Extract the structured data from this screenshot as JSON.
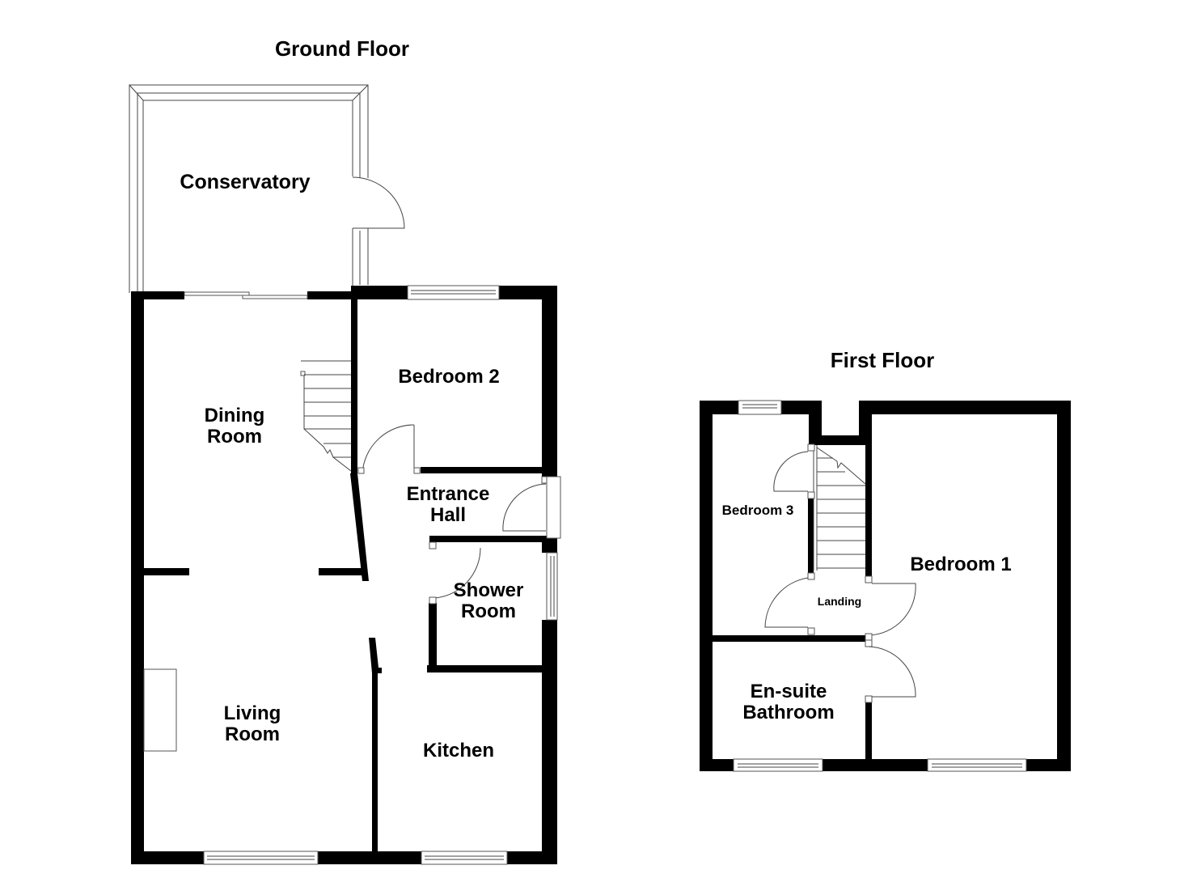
{
  "ground_floor": {
    "title": "Ground Floor",
    "rooms": {
      "conservatory": "Conservatory",
      "dining_room_l1": "Dining",
      "dining_room_l2": "Room",
      "bedroom_2": "Bedroom 2",
      "entrance_hall_l1": "Entrance",
      "entrance_hall_l2": "Hall",
      "shower_room_l1": "Shower",
      "shower_room_l2": "Room",
      "living_room_l1": "Living",
      "living_room_l2": "Room",
      "kitchen": "Kitchen"
    }
  },
  "first_floor": {
    "title": "First Floor",
    "rooms": {
      "bedroom_3": "Bedroom 3",
      "landing": "Landing",
      "bedroom_1": "Bedroom 1",
      "ensuite_l1": "En-suite",
      "ensuite_l2": "Bathroom"
    }
  },
  "colors": {
    "wall": "#000000",
    "background": "#ffffff",
    "fixture_line": "#444444"
  }
}
